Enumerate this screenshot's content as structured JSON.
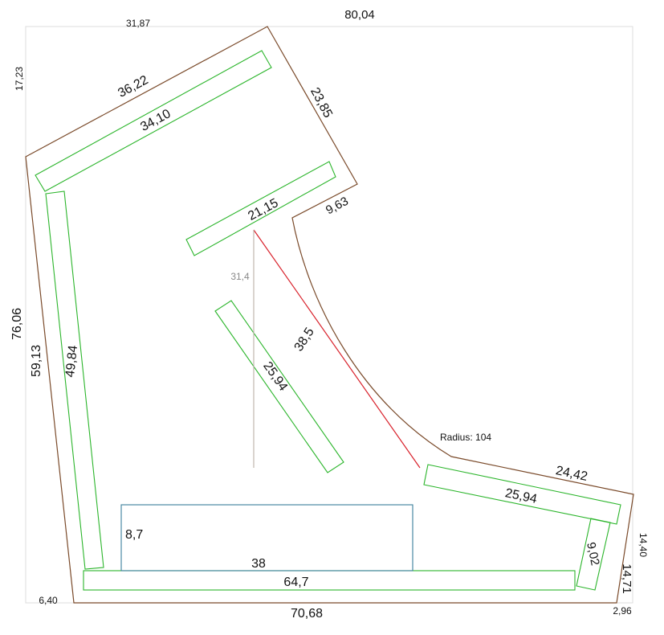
{
  "colors": {
    "outline": "#7a4a2a",
    "panel": "#2bb52b",
    "box": "#3a7f9a",
    "radius_line": "#d8202a",
    "height_line": "#c0b7ae",
    "frame": "#dcdcdc"
  },
  "labels": {
    "frame_width": "80,04",
    "top_offset": "31,87",
    "left_top_offset": "17,23",
    "top_left_edge": "36,22",
    "top_right_edge": "23,85",
    "notch": "9,63",
    "radius": "Radius: 104",
    "radius_line": "38,5",
    "height_line": "31,4",
    "left_total": "76,06",
    "left_edge": "59,13",
    "right_edge_outer": "14,40",
    "right_edge_inner": "14,71",
    "right_top_edge": "24,42",
    "bottom_edge": "70,68",
    "bottom_left_offset": "6,40",
    "bottom_right_offset": "2,96",
    "panel_top": "34,10",
    "panel_left": "49,84",
    "panel_shelf": "21,15",
    "panel_diagonal": "25,94",
    "panel_right": "25,94",
    "panel_small": "9,02",
    "panel_bottom": "64,7",
    "box_width": "38",
    "box_height": "8,7"
  }
}
